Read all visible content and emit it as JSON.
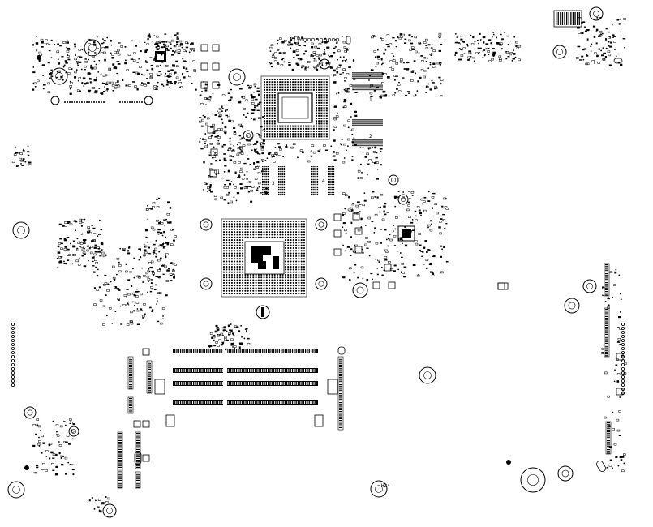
{
  "board": {
    "labels": {
      "mem_bank_a": "1",
      "mem_bank_b": "2",
      "mem_bank_c": "3",
      "mem_bank_d": "4",
      "ic_ref": "U1",
      "hole_ref": "H24"
    }
  },
  "colors": {
    "ink": "#000000",
    "paper": "#ffffff"
  }
}
